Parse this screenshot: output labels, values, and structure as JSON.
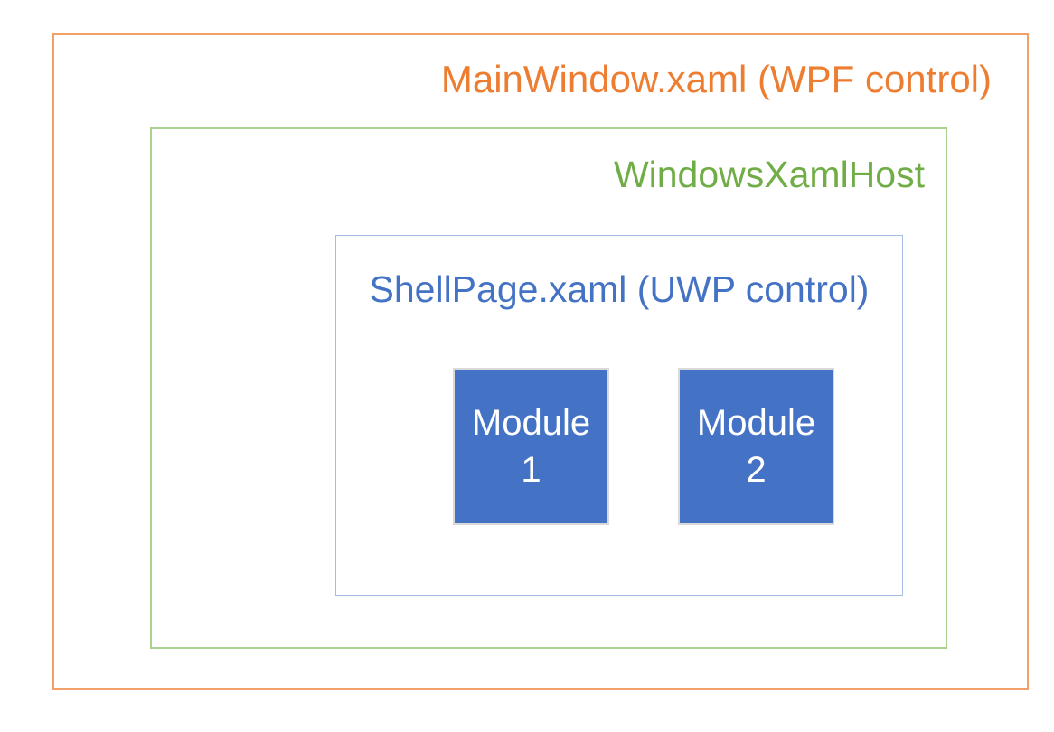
{
  "diagram": {
    "main_window": {
      "label": "MainWindow.xaml (WPF control)",
      "text_color": "#ED7D31",
      "border_color": "#F2A06A"
    },
    "xaml_host": {
      "label": "WindowsXamlHost",
      "text_color": "#70AD47",
      "border_color": "#A9D08E"
    },
    "shell_page": {
      "label": "ShellPage.xaml (UWP control)",
      "text_color": "#4472C4",
      "border_color": "#A6BCE4"
    },
    "modules": [
      {
        "name": "Module",
        "number": "1"
      },
      {
        "name": "Module",
        "number": "2"
      }
    ],
    "module_style": {
      "fill_color": "#4472C4",
      "border_color": "#D9D9D9",
      "text_color": "#FFFFFF"
    }
  }
}
